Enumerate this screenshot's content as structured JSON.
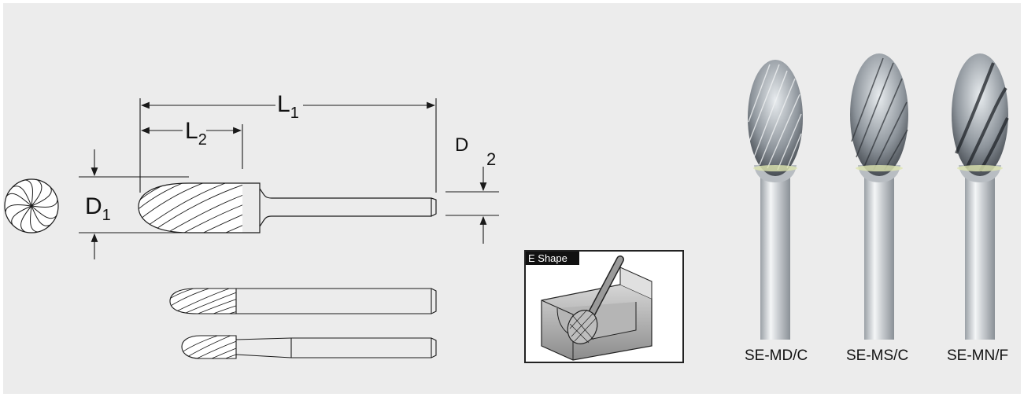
{
  "dimensions": {
    "l1": {
      "main": "L",
      "sub": "1"
    },
    "l2": {
      "main": "L",
      "sub": "2"
    },
    "d1": {
      "main": "D",
      "sub": "1"
    },
    "d": "D",
    "d_sub": "2"
  },
  "inset": {
    "shape_label": "E Shape"
  },
  "products": [
    {
      "code": "SE-MD/C"
    },
    {
      "code": "SE-MS/C"
    },
    {
      "code": "SE-MN/F"
    }
  ],
  "colors": {
    "background": "#ececec",
    "line": "#1a1a1a",
    "metal_light": "#d9dde0",
    "metal_dark": "#3a3f45"
  }
}
